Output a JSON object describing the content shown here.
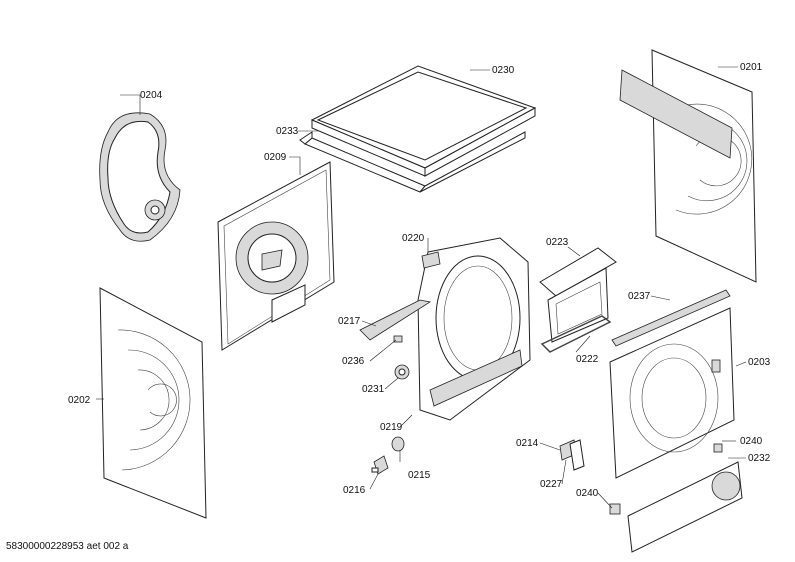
{
  "footer": "58300000228953 aet 002 a",
  "labels": {
    "p0201": "0201",
    "p0202": "0202",
    "p0203": "0203",
    "p0204": "0204",
    "p0209": "0209",
    "p0214": "0214",
    "p0215": "0215",
    "p0216": "0216",
    "p0217": "0217",
    "p0219": "0219",
    "p0220": "0220",
    "p0222": "0222",
    "p0223": "0223",
    "p0227": "0227",
    "p0230": "0230",
    "p0231": "0231",
    "p0232": "0232",
    "p0233": "0233",
    "p0236": "0236",
    "p0237": "0237",
    "p0240a": "0240",
    "p0240b": "0240"
  }
}
